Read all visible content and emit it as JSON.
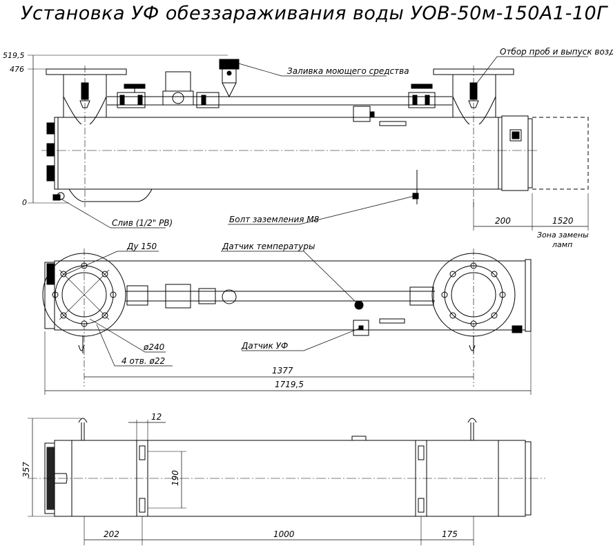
{
  "title": "Установка УФ обеззараживания воды УОВ-50м-150А1-10Г",
  "dimensions": {
    "h5195": "519,5",
    "h476": "476",
    "h0": "0",
    "d200": "200",
    "d1520": "1520",
    "d1377": "1377",
    "d17195": "1719,5",
    "d12": "12",
    "d190": "190",
    "d357": "357",
    "d202": "202",
    "d1000": "1000",
    "d175": "175",
    "d240": "ø240"
  },
  "labels": {
    "flush_fill": "Заливка моющего средства",
    "sampling": "Отбор проб и выпуск воздуха",
    "drain": "Слив (1/2\" РВ)",
    "ground_bolt": "Болт заземления М8",
    "lamp_zone_1": "Зона замены",
    "lamp_zone_2": "ламп",
    "du150": "Ду 150",
    "temp_sensor": "Датчик температуры",
    "holes": "4 отв. ø22",
    "uv_sensor": "Датчик УФ"
  }
}
